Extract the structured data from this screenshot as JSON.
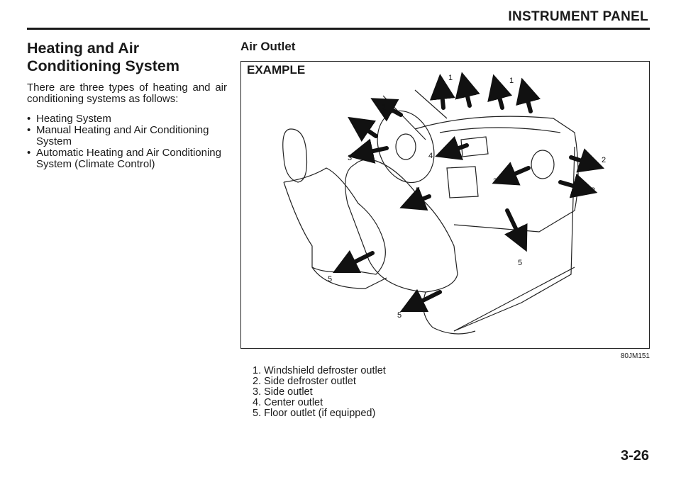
{
  "header": {
    "title": "INSTRUMENT PANEL"
  },
  "left": {
    "title": "Heating and Air Conditioning System",
    "intro": "There are three types of heating and air conditioning systems as follows:",
    "bullets": [
      "Heating System",
      "Manual Heating and Air Conditioning System",
      "Automatic Heating and Air Conditioning System (Climate Control)"
    ]
  },
  "right": {
    "title": "Air Outlet",
    "figure": {
      "label": "EXAMPLE",
      "code": "80JM151",
      "callouts": [
        "1",
        "1",
        "2",
        "2",
        "2",
        "2",
        "3",
        "3",
        "4",
        "5",
        "5",
        "5",
        "5"
      ]
    },
    "legend": [
      "1. Windshield defroster outlet",
      "2. Side defroster outlet",
      "3. Side outlet",
      "4. Center outlet",
      "5. Floor outlet (if equipped)"
    ]
  },
  "page_number": "3-26"
}
